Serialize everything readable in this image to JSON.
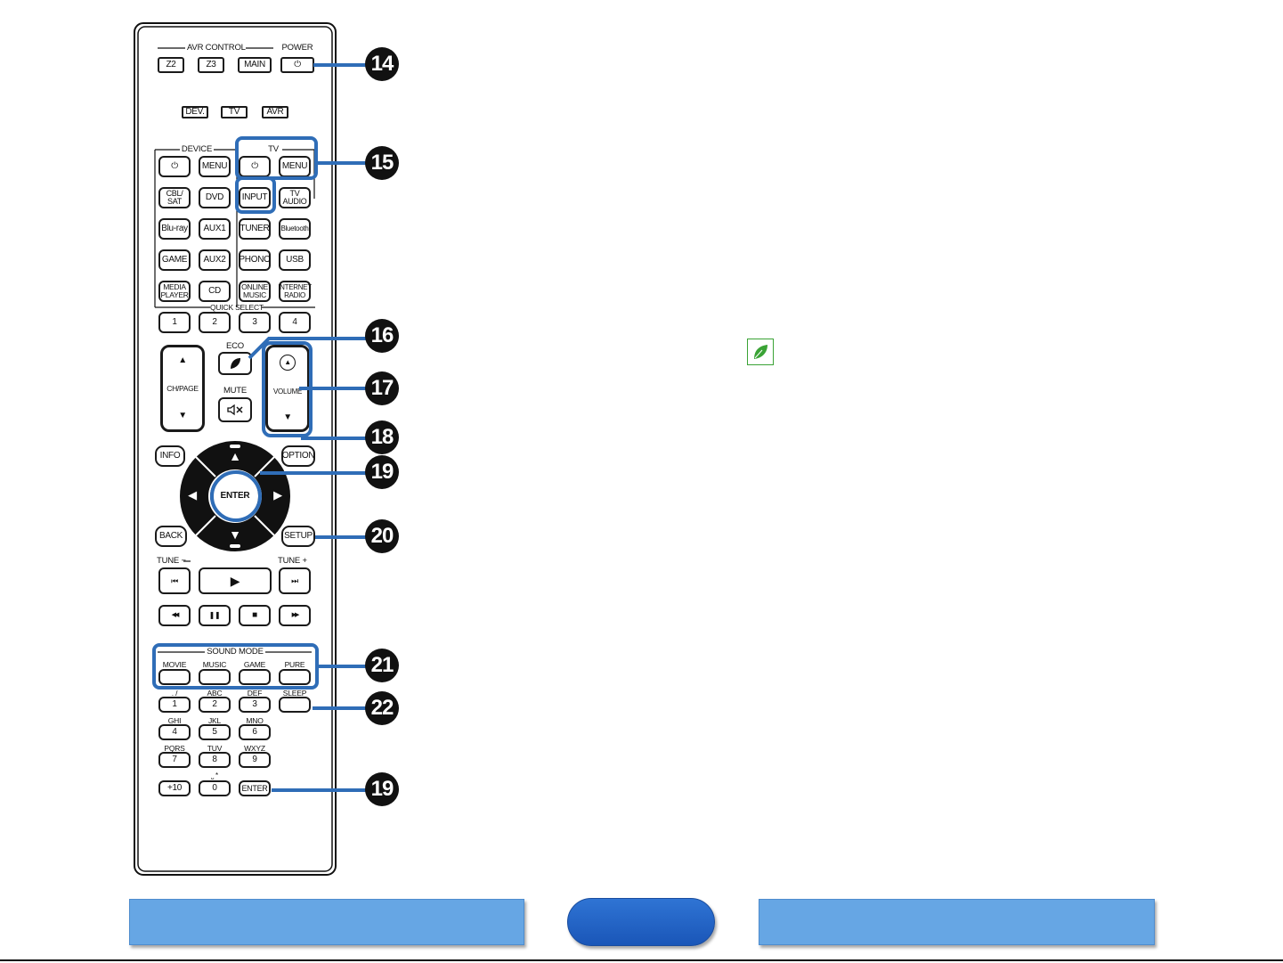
{
  "remote": {
    "header": {
      "avr_control": "AVR CONTROL",
      "power": "POWER"
    },
    "top_row": [
      "Z2",
      "Z3",
      "MAIN",
      "⏻"
    ],
    "mode_row": [
      "DEV.",
      "TV",
      "AVR"
    ],
    "section_device": "DEVICE",
    "section_tv": "TV",
    "source_grid": [
      [
        "⏻",
        "MENU",
        "⏻",
        "MENU"
      ],
      [
        "CBL/\nSAT",
        "DVD",
        "INPUT",
        "TV\nAUDIO"
      ],
      [
        "Blu-ray",
        "AUX1",
        "TUNER",
        "Bluetooth"
      ],
      [
        "GAME",
        "AUX2",
        "PHONO",
        "USB"
      ],
      [
        "MEDIA\nPLAYER",
        "CD",
        "ONLINE\nMUSIC",
        "INTERNET\nRADIO"
      ]
    ],
    "quick_select_label": "QUICK SELECT",
    "quick_select": [
      "1",
      "2",
      "3",
      "4"
    ],
    "eco_label": "ECO",
    "mute_label": "MUTE",
    "mute_symbol": "🔇",
    "ch_page": {
      "up": "▲",
      "label": "CH/PAGE",
      "down": "▼"
    },
    "volume": {
      "up": "▲",
      "label": "VOLUME",
      "down": "▼"
    },
    "info": "INFO",
    "option": "OPTION",
    "enter": "ENTER",
    "arrows": {
      "up": "▲",
      "down": "▼",
      "left": "◀",
      "right": "▶"
    },
    "back": "BACK",
    "setup": "SETUP",
    "tune_minus": "TUNE −",
    "tune_plus": "TUNE +",
    "transport_row1": [
      "⏮",
      "▶",
      "⏭"
    ],
    "transport_row2": [
      "◀◀",
      "❚❚",
      "■",
      "▶▶"
    ],
    "sound_mode_label": "SOUND MODE",
    "sound_modes": [
      "MOVIE",
      "MUSIC",
      "GAME",
      "PURE"
    ],
    "sleep": "SLEEP",
    "keypad_letters": [
      ". /",
      "ABC",
      "DEF",
      "GHI",
      "JKL",
      "MNO",
      "PQRS",
      "TUV",
      "WXYZ",
      "",
      "⎵  *",
      ""
    ],
    "keypad_digits": [
      "1",
      "2",
      "3",
      "4",
      "5",
      "6",
      "7",
      "8",
      "9",
      "+10",
      "0",
      "ENTER"
    ]
  },
  "callouts": [
    "14",
    "15",
    "16",
    "17",
    "18",
    "19",
    "20",
    "21",
    "22",
    "19"
  ],
  "colors": {
    "highlight": "#2f6db7",
    "nav_bar": "#66a6e4",
    "eco_leaf": "#3aa335"
  }
}
